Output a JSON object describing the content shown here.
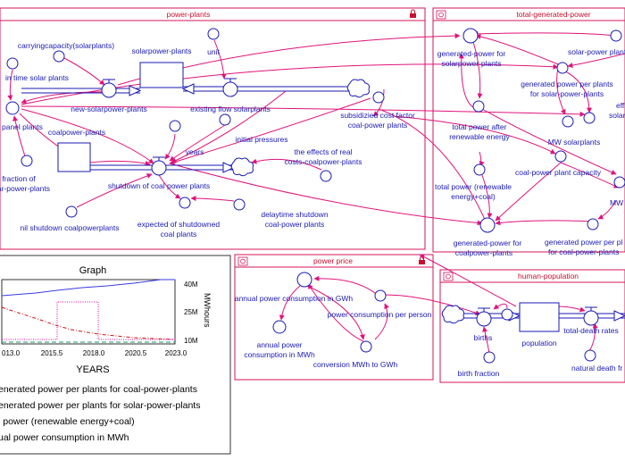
{
  "colors": {
    "sector_border": "#d4145a",
    "link": "#e0137a",
    "node": "#1a1ab4",
    "title": "#c8102e",
    "solid_series": "#3a3ae0",
    "dash_series": "#d01010",
    "dot_series": "#e000a0",
    "flat_series": "#1a9a6a"
  },
  "sectors": {
    "power_plants": {
      "title": "power-plants"
    },
    "total_generated_power": {
      "title": "total-generated-power"
    },
    "power_price": {
      "title": "power price"
    },
    "human_population": {
      "title": "human-population"
    }
  },
  "nodes": {
    "carrying_capacity": "carryingcapacity(solarplants)",
    "solarpower_plants": "solarpower-plants",
    "unit": "unit",
    "in_time_solar_plants": "in time solar plants",
    "new_solarpower_plants": "new-solarpower-plants",
    "existing_flow_solarplants": "existing flow solarplants",
    "panel_plants": "panel plants",
    "coalpower_plants": "coalpower-plants",
    "subsidized_cost_factor_line1": "subsidizied cost factor",
    "subsidized_cost_factor_line2": "coal-power plants",
    "years": "years",
    "initial_pressures": "initial pressures",
    "effects_real_costs_line1": "the effects of real",
    "effects_real_costs_line2": "costs-coalpower-plants",
    "fraction_line1": "fraction of",
    "fraction_line2": "solar-power-plants",
    "shutdown_coal": "shutdown of coal power plants",
    "nil_shutdown": "nil shutdown coalpowerplants",
    "expected_shutdown_line1": "expected of shutdowned",
    "expected_shutdown_line2": "coal plants",
    "delaytime_line1": "delaytime shutdown",
    "delaytime_line2": "coal-power plants",
    "gen_solar_line1": "generated-power for",
    "gen_solar_line2": "solarpower-plants",
    "solar_power_plants_tg": "solar-power plants",
    "gen_per_solar_line1": "generated power per plants",
    "gen_per_solar_line2": "for solar-power-plants",
    "eff_line1": "eff",
    "eff_line2": "solar",
    "total_after_line1": "total power after",
    "total_after_line2": "renewable energy",
    "mw_solarplants": "MW solarplants",
    "coal_capacity": "coal-power plant capacity",
    "total_power_line1": "total power (renewable",
    "total_power_line2": "energy+coal)",
    "mw": "MW",
    "gen_coal_line1": "generated-power for",
    "gen_coal_line2": "coalpower-plants",
    "gen_per_coal_line1": "generated power per pl",
    "gen_per_coal_line2": "for coal-power-plants",
    "annual_gwh": "annual power consumption in GWh",
    "power_per_person": "power consumption per person",
    "annual_mwh_line1": "annual power",
    "annual_mwh_line2": "consumption in MWh",
    "conversion": "conversion MWh to GWh",
    "births": "births",
    "population": "population",
    "total_death_rates": "total-death rates",
    "birth_fraction": "birth fraction",
    "natural_death": "natural death fr"
  },
  "graph": {
    "title": "Graph",
    "x_ticks": [
      "013.0",
      "2015.5",
      "2018.0",
      "2020.5",
      "2023.0"
    ],
    "y_ticks": [
      "40M",
      "25M",
      "10M"
    ],
    "xlabel": "YEARS",
    "ylabel": "MWhours",
    "legend": [
      "enerated power per plants for coal-power-plants",
      "enerated power per plants for solar-power-plants",
      "l power (renewable energy+coal)",
      "ual power consumption in MWh"
    ]
  }
}
